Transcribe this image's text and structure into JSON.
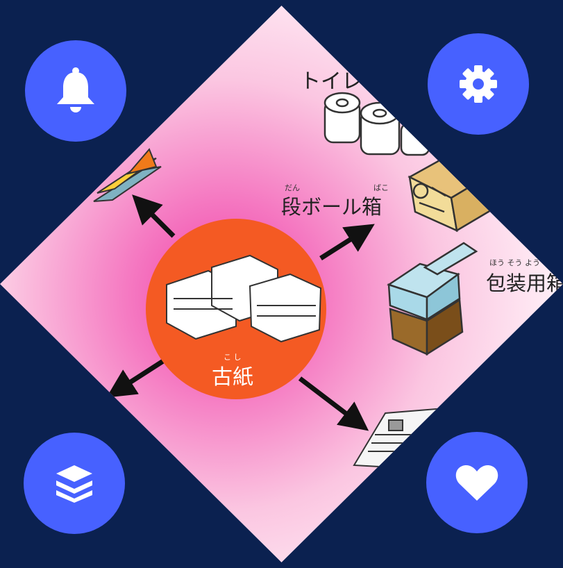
{
  "diagram": {
    "center_label": "古紙",
    "center_ruby": "こ し",
    "labels": {
      "toilet_paper": "トイレ",
      "cardboard": "段ボール箱",
      "cardboard_ruby_1": "だん",
      "cardboard_ruby_2": "ばこ",
      "packaging": "包装用箱",
      "packaging_ruby": "ほう そう よう"
    }
  },
  "buttons": {
    "top_left": {
      "icon": "bell-icon"
    },
    "top_right": {
      "icon": "gear-icon"
    },
    "bottom_left": {
      "icon": "layers-icon"
    },
    "bottom_right": {
      "icon": "heart-icon"
    }
  },
  "colors": {
    "background": "#0b2150",
    "button": "#4761ff",
    "center_circle": "#f45a23"
  }
}
